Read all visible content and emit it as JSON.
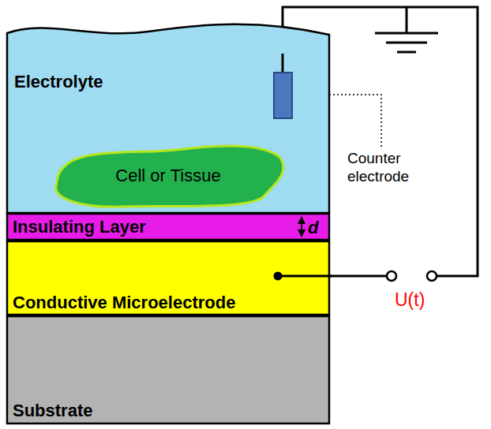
{
  "diagram": {
    "nodes": [
      {
        "text": [
          "Electrolyte"
        ]
      },
      {
        "text": [
          "Cell or Tissue"
        ],
        "in": 0
      },
      {
        "text": [
          "Insulating Layer"
        ]
      },
      {
        "text": [
          "Conductive Microelectrode"
        ]
      },
      {
        "text": [
          "Substrate"
        ]
      }
    ],
    "labels": [
      "Counter electrode",
      "d",
      "U(t)"
    ]
  }
}
